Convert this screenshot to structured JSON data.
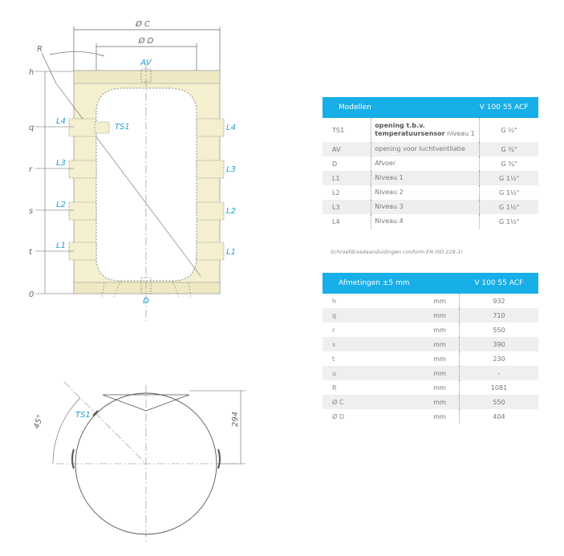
{
  "drawing": {
    "top_labels": {
      "diameter_c": "Ø C",
      "diameter_d": "Ø D",
      "radius": "R",
      "av": "AV",
      "drain": "D"
    },
    "left_levels": [
      "h",
      "q",
      "r",
      "s",
      "t",
      "0"
    ],
    "left_connections": [
      "L4",
      "L3",
      "L2",
      "L1"
    ],
    "right_connections": [
      "L4",
      "L3",
      "L2",
      "L1"
    ],
    "sensor": "TS1",
    "plan_view": {
      "angle": "45°",
      "sensor": "TS1",
      "dimension": "294"
    },
    "colors": {
      "tank_fill": "#f3efcf",
      "accent": "#1a9fd8",
      "line": "#555555"
    }
  },
  "models_table": {
    "header": {
      "col1": "Modellen",
      "col2": "V 100 55 ACF"
    },
    "rows": [
      {
        "code": "TS1",
        "desc_bold": "opening t.b.v. temperatuursensor",
        "desc": " niveau 1",
        "value": "G ½\""
      },
      {
        "code": "AV",
        "desc_bold": "",
        "desc": "opening voor luchtventilatie",
        "value": "G ¾\""
      },
      {
        "code": "D",
        "desc_bold": "",
        "desc": "Afvoer",
        "value": "G ¾\""
      },
      {
        "code": "L1",
        "desc_bold": "",
        "desc": "Niveau 1",
        "value": "G 1½\""
      },
      {
        "code": "L2",
        "desc_bold": "",
        "desc": "Niveau 2",
        "value": "G 1½\""
      },
      {
        "code": "L3",
        "desc_bold": "",
        "desc": "Niveau 3",
        "value": "G 1½\""
      },
      {
        "code": "L4",
        "desc_bold": "",
        "desc": "Niveau 4",
        "value": "G 1½\""
      }
    ],
    "note": "Schroefdraadaanduidingen conform EN ISO 228-1!"
  },
  "dimensions_table": {
    "header": {
      "col1": "Afmetingen ±5 mm",
      "col2": "V 100 55 ACF"
    },
    "rows": [
      {
        "label": "h",
        "unit": "mm",
        "value": "932"
      },
      {
        "label": "q",
        "unit": "mm",
        "value": "710"
      },
      {
        "label": "r",
        "unit": "mm",
        "value": "550"
      },
      {
        "label": "s",
        "unit": "mm",
        "value": "390"
      },
      {
        "label": "t",
        "unit": "mm",
        "value": "230"
      },
      {
        "label": "u",
        "unit": "mm",
        "value": "-"
      },
      {
        "label": "R",
        "unit": "mm",
        "value": "1081"
      },
      {
        "label": "Ø C",
        "unit": "mm",
        "value": "550"
      },
      {
        "label": "Ø D",
        "unit": "mm",
        "value": "404"
      }
    ]
  }
}
